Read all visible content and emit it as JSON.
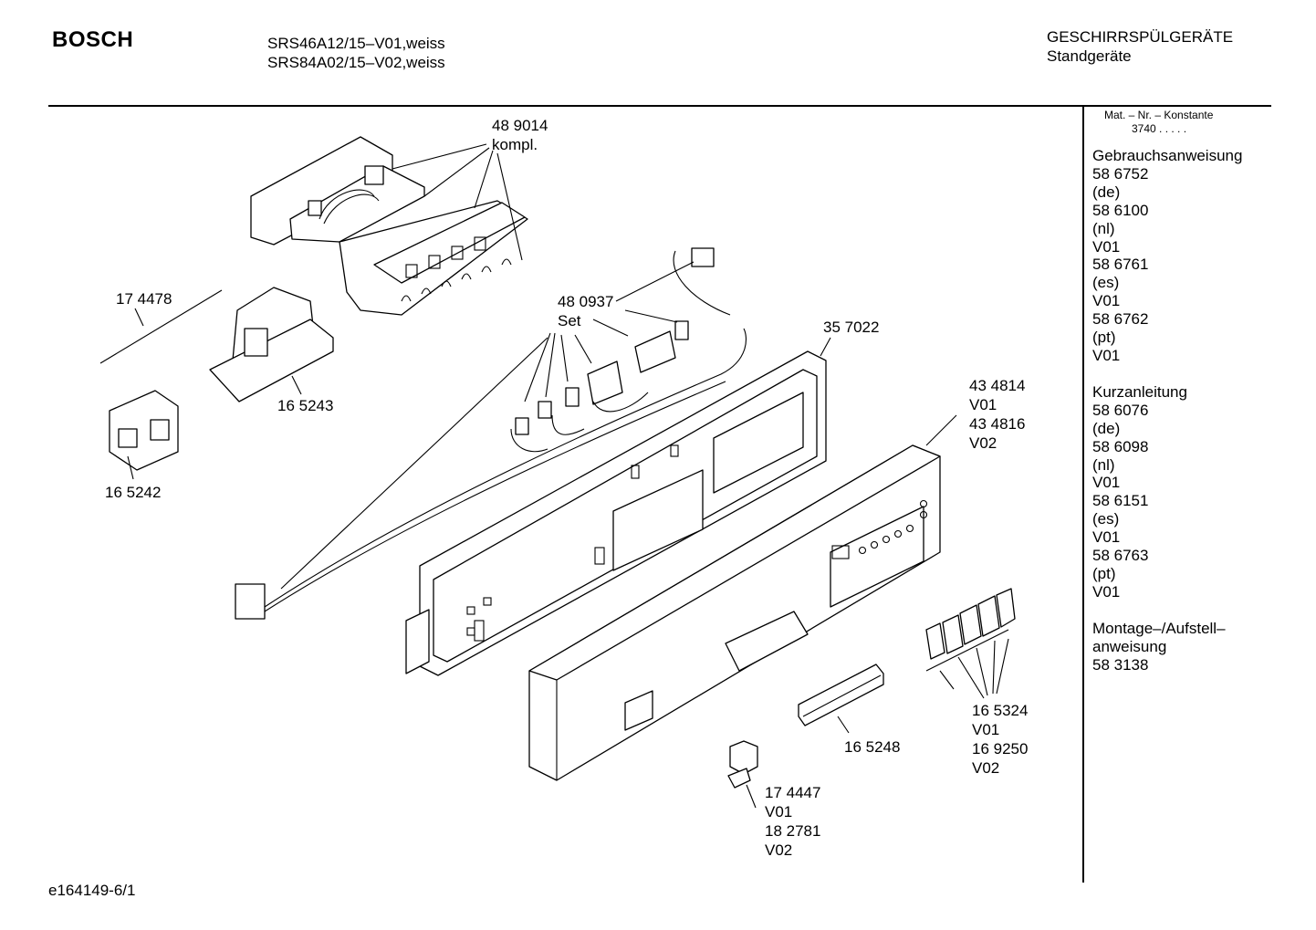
{
  "header": {
    "brand": "BOSCH",
    "models": [
      "SRS46A12/15–V01,weiss",
      "SRS84A02/15–V02,weiss"
    ],
    "category": [
      "GESCHIRRSPÜLGERÄTE",
      "Standgeräte"
    ]
  },
  "sidebar": {
    "mat_label": "Mat. – Nr. – Konstante",
    "mat_value": "3740 .  .  .  .  .",
    "sections": [
      {
        "title": "Gebrauchsanweisung",
        "lines": [
          "58 6752",
          "(de)",
          "58 6100",
          "(nl)",
          "V01",
          "58 6761",
          "(es)",
          "V01",
          "58 6762",
          "(pt)",
          "V01"
        ]
      },
      {
        "title": "Kurzanleitung",
        "lines": [
          "58 6076",
          "(de)",
          "58 6098",
          "(nl)",
          "V01",
          "58 6151",
          "(es)",
          "V01",
          "58 6763",
          "(pt)",
          "V01"
        ]
      },
      {
        "title": "Montage–/Aufstell–",
        "lines": [
          "anweisung",
          "58 3138"
        ]
      }
    ]
  },
  "callouts": {
    "c489014": [
      "48 9014",
      "kompl."
    ],
    "c174478": [
      "17 4478"
    ],
    "c165243": [
      "16 5243"
    ],
    "c165242": [
      "16 5242"
    ],
    "c480937": [
      "48 0937",
      "Set"
    ],
    "c357022": [
      "35 7022"
    ],
    "c434814": [
      "43 4814",
      "V01",
      "43 4816",
      "V02"
    ],
    "c165324": [
      "16 5324",
      "V01",
      "16 9250",
      "V02"
    ],
    "c165248": [
      "16 5248"
    ],
    "c174447": [
      "17 4447",
      "V01",
      "18 2781",
      "V02"
    ]
  },
  "footer": "e164149-6/1"
}
